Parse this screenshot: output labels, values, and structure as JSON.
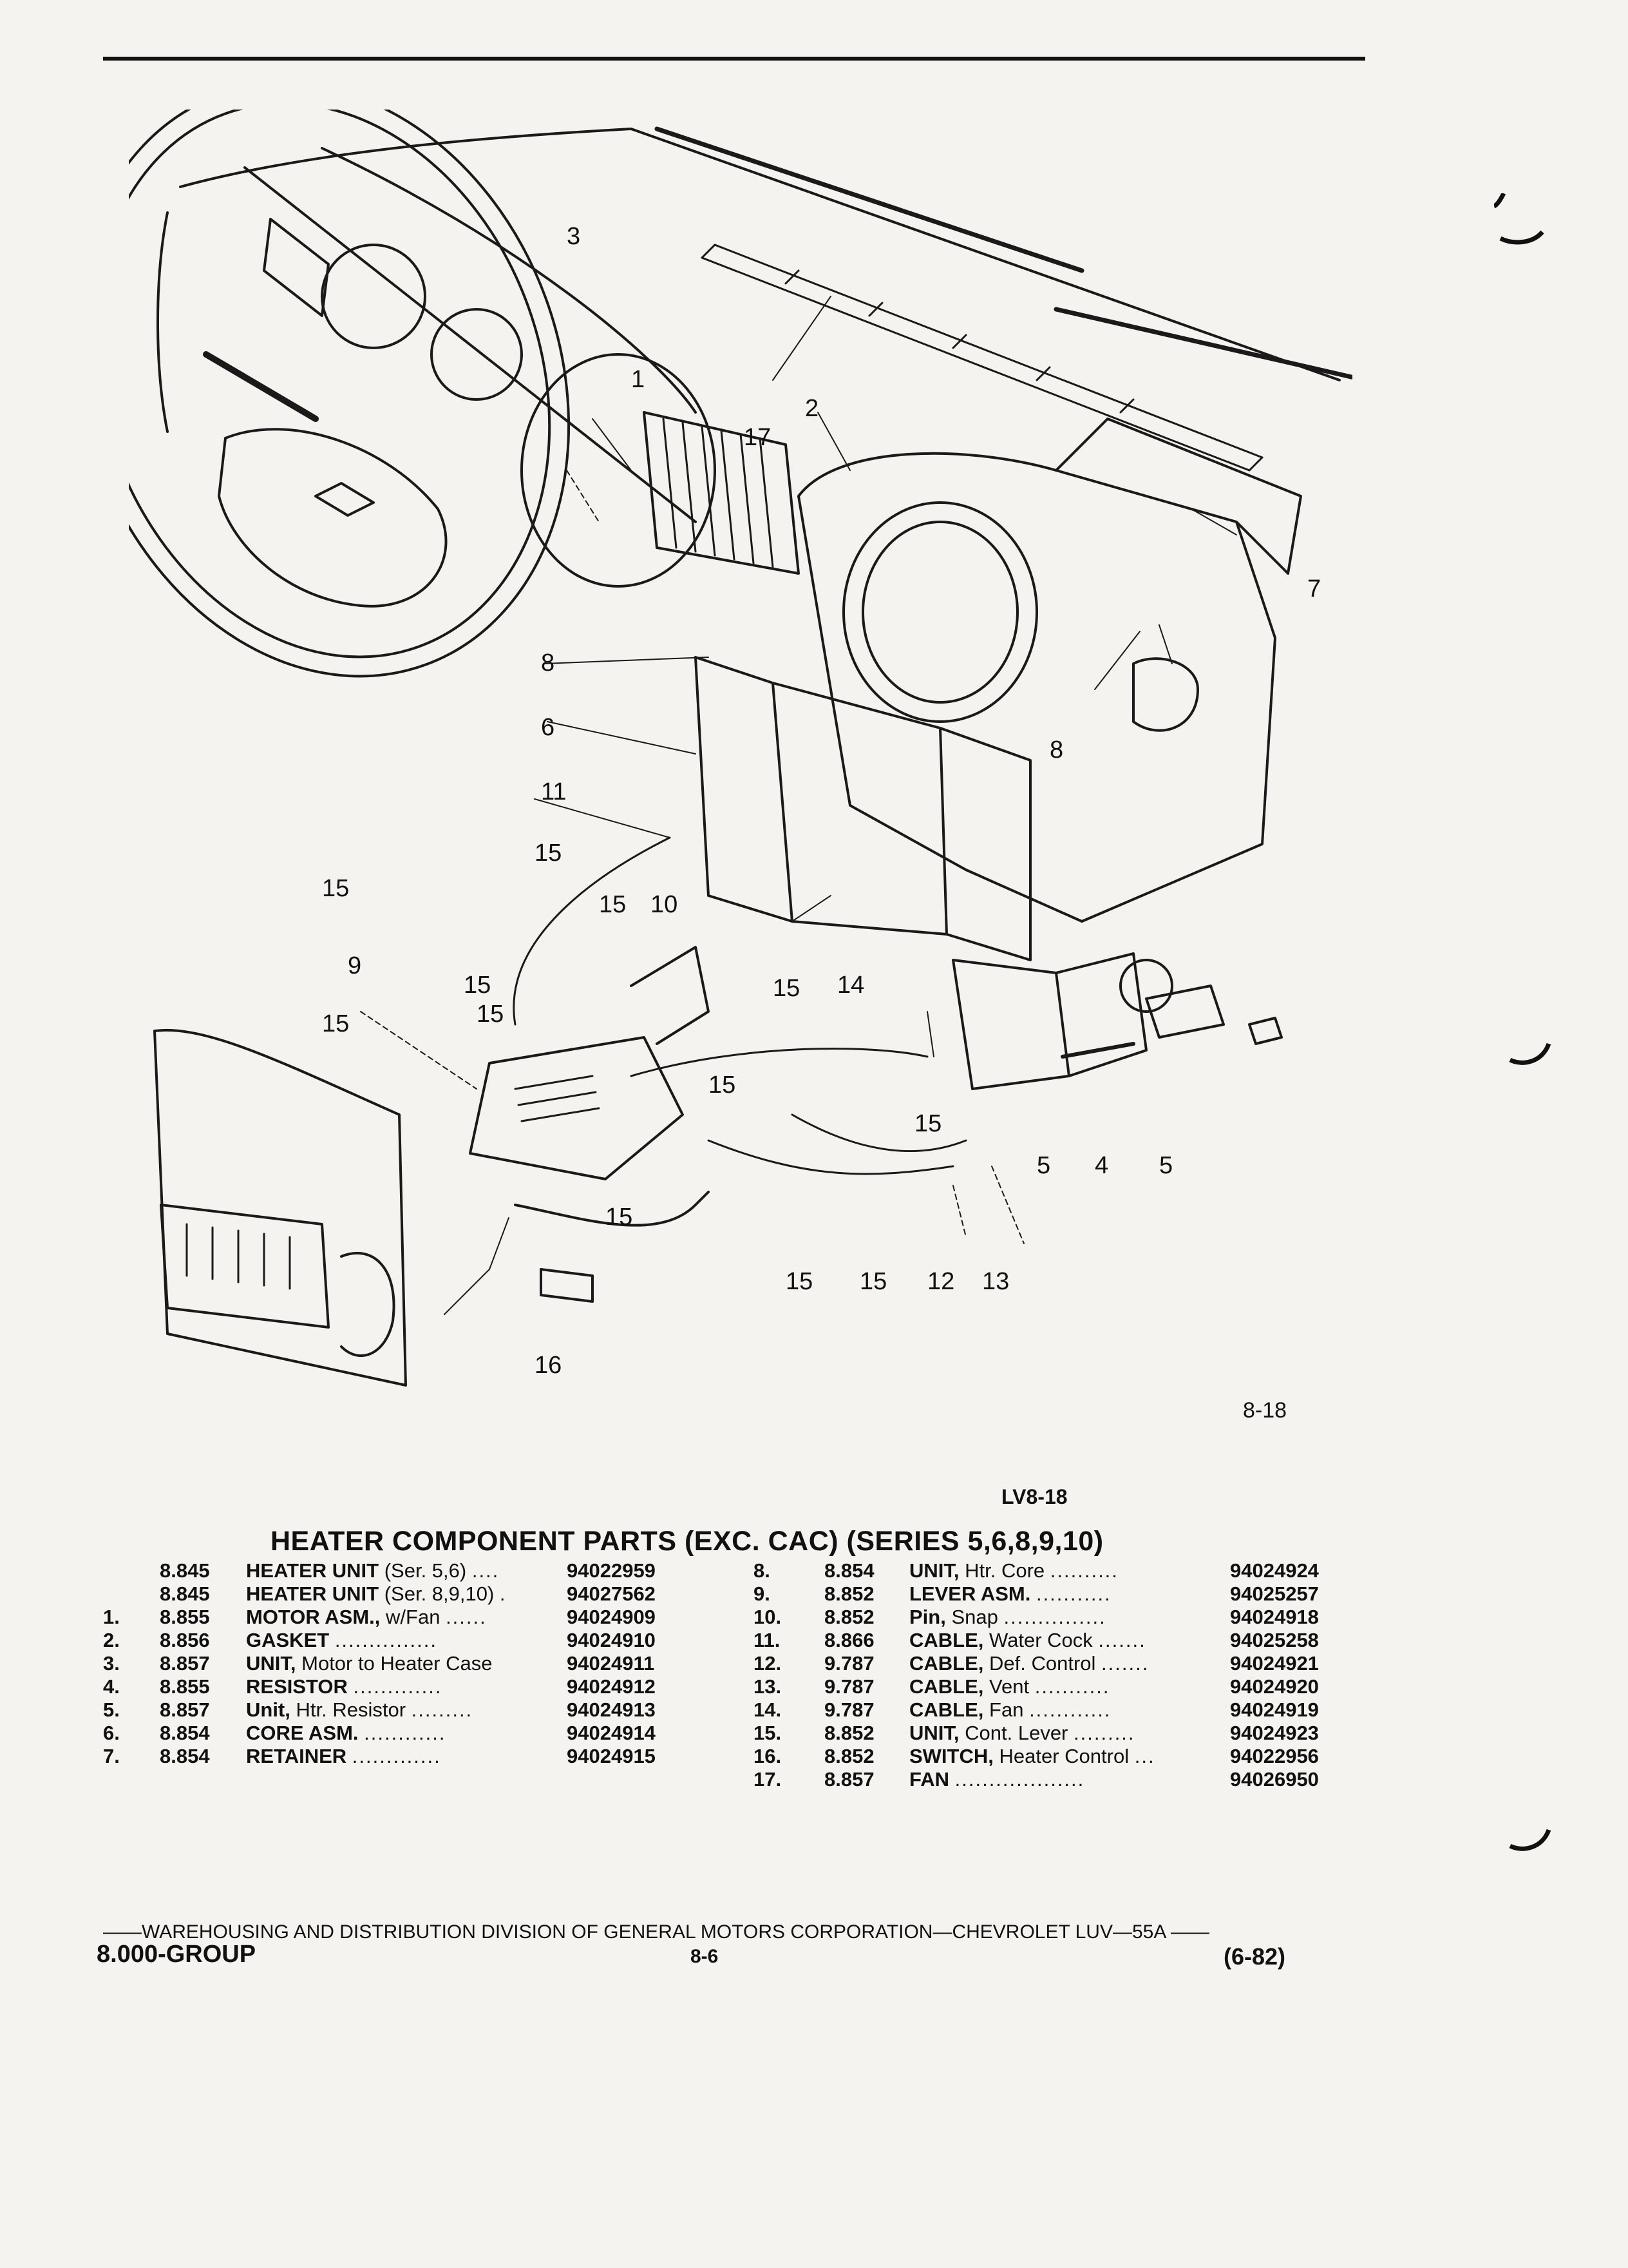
{
  "figure": {
    "callouts": [
      "1",
      "2",
      "3",
      "4",
      "5",
      "5",
      "6",
      "7",
      "8",
      "8",
      "9",
      "10",
      "11",
      "12",
      "13",
      "14",
      "15",
      "15",
      "15",
      "15",
      "15",
      "15",
      "15",
      "15",
      "15",
      "15",
      "15",
      "15",
      "16",
      "17"
    ],
    "number": "8-18",
    "code": "LV8-18"
  },
  "title": "HEATER COMPONENT PARTS (EXC. CAC) (SERIES 5,6,8,9,10)",
  "parts_left": [
    {
      "num": "",
      "group": "8.845",
      "name": "HEATER UNIT",
      "desc": "(Ser. 5,6)",
      "dots": "....",
      "pn": "94022959"
    },
    {
      "num": "",
      "group": "8.845",
      "name": "HEATER UNIT",
      "desc": "(Ser. 8,9,10) .",
      "dots": "",
      "pn": "94027562"
    },
    {
      "num": "1.",
      "group": "8.855",
      "name": "MOTOR ASM.,",
      "desc": "w/Fan",
      "dots": "......",
      "pn": "94024909"
    },
    {
      "num": "2.",
      "group": "8.856",
      "name": "GASKET",
      "desc": "",
      "dots": "...............",
      "pn": "94024910"
    },
    {
      "num": "3.",
      "group": "8.857",
      "name": "UNIT,",
      "desc": "Motor to Heater Case",
      "dots": "",
      "pn": "94024911"
    },
    {
      "num": "4.",
      "group": "8.855",
      "name": "RESISTOR",
      "desc": "",
      "dots": ".............",
      "pn": "94024912"
    },
    {
      "num": "5.",
      "group": "8.857",
      "name": "Unit,",
      "desc": "Htr. Resistor",
      "dots": ".........",
      "pn": "94024913"
    },
    {
      "num": "6.",
      "group": "8.854",
      "name": "CORE ASM.",
      "desc": "",
      "dots": "............",
      "pn": "94024914"
    },
    {
      "num": "7.",
      "group": "8.854",
      "name": "RETAINER",
      "desc": "",
      "dots": ".............",
      "pn": "94024915"
    }
  ],
  "parts_right": [
    {
      "num": "8.",
      "group": "8.854",
      "name": "UNIT,",
      "desc": "Htr. Core",
      "dots": "..........",
      "pn": "94024924"
    },
    {
      "num": "9.",
      "group": "8.852",
      "name": "LEVER ASM.",
      "desc": "",
      "dots": "...........",
      "pn": "94025257"
    },
    {
      "num": "10.",
      "group": "8.852",
      "name": "Pin,",
      "desc": "Snap",
      "dots": "...............",
      "pn": "94024918"
    },
    {
      "num": "11.",
      "group": "8.866",
      "name": "CABLE,",
      "desc": "Water Cock",
      "dots": ".......",
      "pn": "94025258"
    },
    {
      "num": "12.",
      "group": "9.787",
      "name": "CABLE,",
      "desc": "Def. Control",
      "dots": ".......",
      "pn": "94024921"
    },
    {
      "num": "13.",
      "group": "9.787",
      "name": "CABLE,",
      "desc": "Vent",
      "dots": "...........",
      "pn": "94024920"
    },
    {
      "num": "14.",
      "group": "9.787",
      "name": "CABLE,",
      "desc": "Fan",
      "dots": "............",
      "pn": "94024919"
    },
    {
      "num": "15.",
      "group": "8.852",
      "name": "UNIT,",
      "desc": "Cont. Lever",
      "dots": ".........",
      "pn": "94024923"
    },
    {
      "num": "16.",
      "group": "8.852",
      "name": "SWITCH,",
      "desc": "Heater Control",
      "dots": "...",
      "pn": "94022956"
    },
    {
      "num": "17.",
      "group": "8.857",
      "name": "FAN",
      "desc": "",
      "dots": "...................",
      "pn": "94026950"
    }
  ],
  "footer": {
    "line": "——WAREHOUSING AND DISTRIBUTION DIVISION OF GENERAL MOTORS CORPORATION—CHEVROLET LUV—55A ——",
    "group": "8.000-GROUP",
    "page": "8-6",
    "date": "(6-82)"
  }
}
